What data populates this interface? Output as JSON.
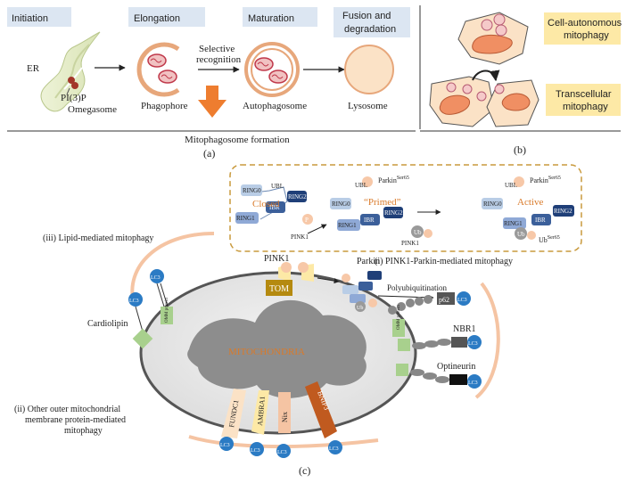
{
  "panel_a": {
    "stages": [
      "Initiation",
      "Elongation",
      "Maturation",
      "Fusion and",
      "degradation"
    ],
    "er_label": "ER",
    "pi3p_label": "PI(3)P",
    "omegasome_label": "Omegasome",
    "phagophore_label": "Phagophore",
    "selective_label_1": "Selective",
    "selective_label_2": "recognition",
    "autophagosome_label": "Autophagosome",
    "lysosome_label": "Lysosome",
    "formation_label": "Mitophagosome formation",
    "panel_label": "(a)"
  },
  "panel_b": {
    "cell_autonomous_1": "Cell-autonomous",
    "cell_autonomous_2": "mitophagy",
    "transcellular_1": "Transcellular",
    "transcellular_2": "mitophagy",
    "panel_label": "(b)"
  },
  "panel_c": {
    "states": {
      "closed": "Closed",
      "primed": "“Primed”",
      "active": "Active"
    },
    "parkin_ser65": "Parkin",
    "ser65_sup": "Ser65",
    "ub_ser65": "Ub",
    "pink1_small": "PINK1",
    "domains": {
      "ubl": "UBL",
      "ring0": "RING0",
      "ring1": "RING1",
      "ring2": "RING2",
      "ibr": "IBR",
      "ub": "Ub",
      "p": "P"
    },
    "lipid_label": "(iii)  Lipid-mediated mitophagy",
    "pink1_parkin_label": "(i) PINK1-Parkin-mediated mitophagy",
    "other_label_1": "(ii) Other outer mitochondrial",
    "other_label_2": "membrane protein-mediated",
    "other_label_3": "mitophagy",
    "pink1_label": "PINK1",
    "tom_label": "TOM",
    "parkin_label": "Parkin",
    "polyub_label": "Polyubiquitination",
    "p62_label": "p62",
    "nbr1_label": "NBR1",
    "optineurin_label": "Optineurin",
    "cardiolipin_label": "Cardiolipin",
    "mito_label": "MITOCHONDRIA",
    "omm_protein": "OMM protein",
    "lc3": "LC3",
    "receptors": [
      "FUNDC1",
      "AMBRA1",
      "Nix",
      "BNIP3"
    ],
    "panel_label": "(c)"
  }
}
